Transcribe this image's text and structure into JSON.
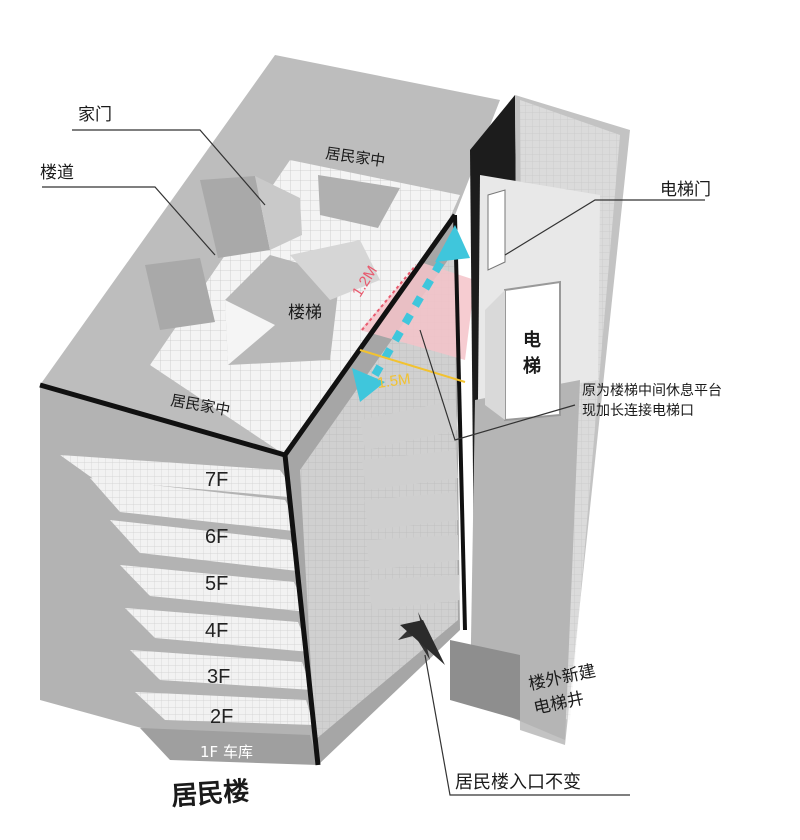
{
  "labels": {
    "home_door": "家门",
    "corridor": "楼道",
    "residence_top": "居民家中",
    "stairs": "楼梯",
    "residence_mid": "居民家中",
    "elevator_door": "电梯门",
    "elevator_line1": "电",
    "elevator_line2": "梯",
    "platform_line1": "原为楼梯中间休息平台",
    "platform_line2": "现加长连接电梯口",
    "shaft_line1": "楼外新建",
    "shaft_line2": "电梯井",
    "entrance": "居民楼入口不变",
    "building": "居民楼",
    "garage": "1F 车库"
  },
  "dimensions": {
    "depth": "1.2M",
    "width": "1.5M"
  },
  "floors": [
    "7F",
    "6F",
    "5F",
    "4F",
    "3F",
    "2F"
  ],
  "colors": {
    "arrow": "#3fc6dc",
    "depth_dim": "#e85a6e",
    "width_dim": "#f2c230",
    "platform": "#f4c3c9",
    "edge": "#111111",
    "wall": "#b9b9b9",
    "grid": "#c8c8c8"
  }
}
